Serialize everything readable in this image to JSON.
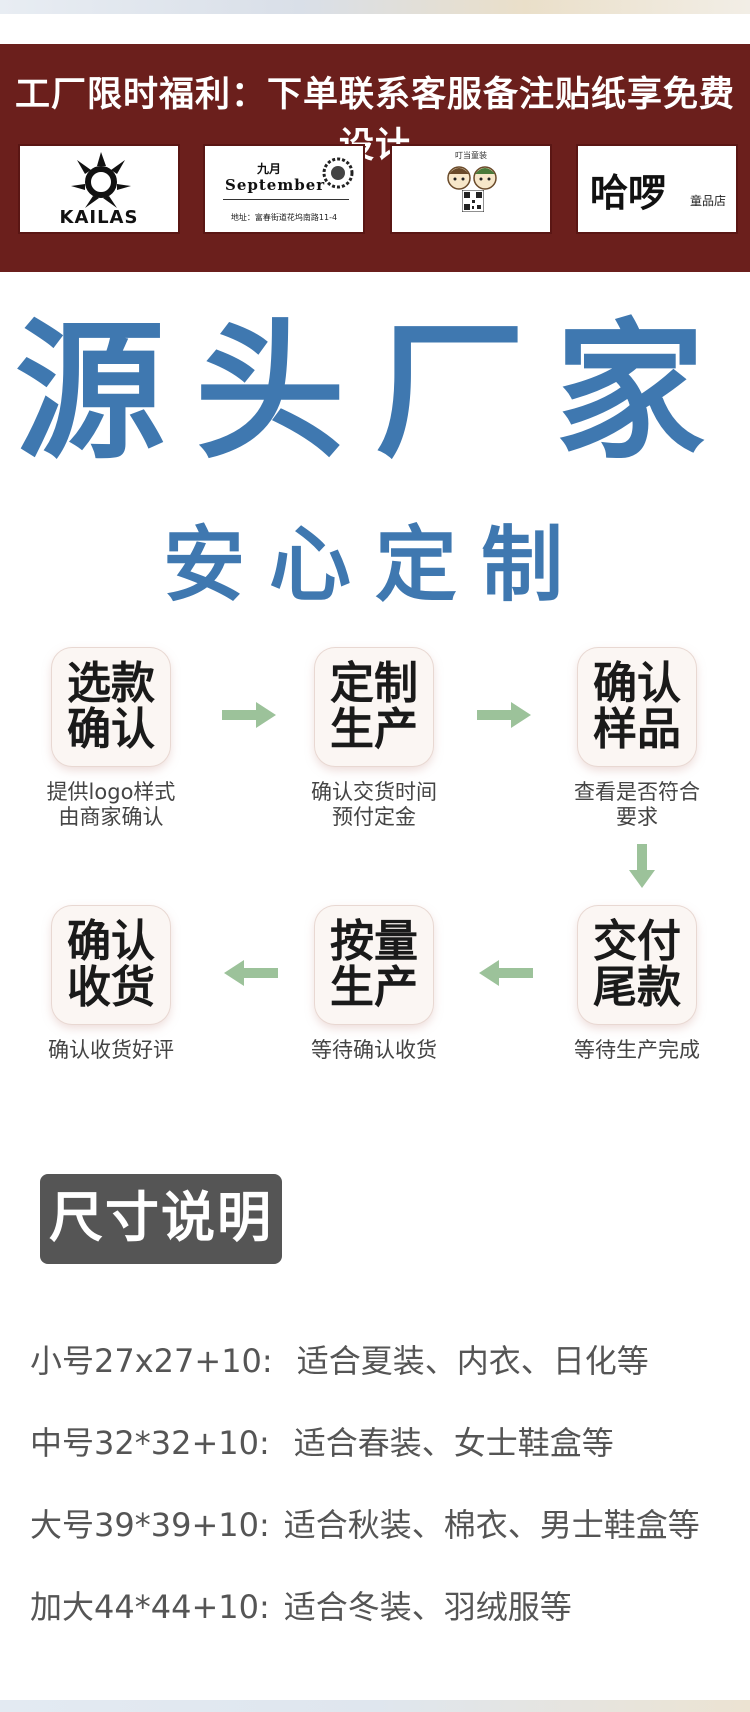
{
  "banner": {
    "title": "工厂限时福利：下单联系客服备注贴纸享免费设计",
    "stickers": {
      "kailas": "KAILAS",
      "september_cn": "九月",
      "september_en": "September",
      "september_addr": "地址：富春街道花坞南路11-4",
      "dingdang_title": "叮当童装",
      "hello_main": "哈啰",
      "hello_sub": "童品店"
    }
  },
  "headline": {
    "line1": "源头厂家",
    "line2": "安心定制"
  },
  "process": {
    "steps": [
      {
        "label1": "选款",
        "label2": "确认",
        "desc1": "提供logo样式",
        "desc2": "由商家确认"
      },
      {
        "label1": "定制",
        "label2": "生产",
        "desc1": "确认交货时间",
        "desc2": "预付定金"
      },
      {
        "label1": "确认",
        "label2": "样品",
        "desc1": "查看是否符合",
        "desc2": "要求"
      },
      {
        "label1": "交付",
        "label2": "尾款",
        "desc1": "等待生产完成",
        "desc2": ""
      },
      {
        "label1": "按量",
        "label2": "生产",
        "desc1": "等待确认收货",
        "desc2": ""
      },
      {
        "label1": "确认",
        "label2": "收货",
        "desc1": "确认收货好评",
        "desc2": ""
      }
    ],
    "arrow_color": "#9cc29a"
  },
  "sizes": {
    "title": "尺寸说明",
    "items": [
      {
        "size": "小号27x27+10:",
        "desc": "适合夏装、内衣、日化等"
      },
      {
        "size": "中号32*32+10:",
        "desc": "适合春装、女士鞋盒等"
      },
      {
        "size": "大号39*39+10:",
        "desc": "适合秋装、棉衣、男士鞋盒等"
      },
      {
        "size": "加大44*44+10:",
        "desc": "适合冬装、羽绒服等"
      }
    ]
  },
  "colors": {
    "banner_bg": "#6b1f1c",
    "headline_blue": "#3f78b0",
    "size_title_bg": "#555555"
  }
}
